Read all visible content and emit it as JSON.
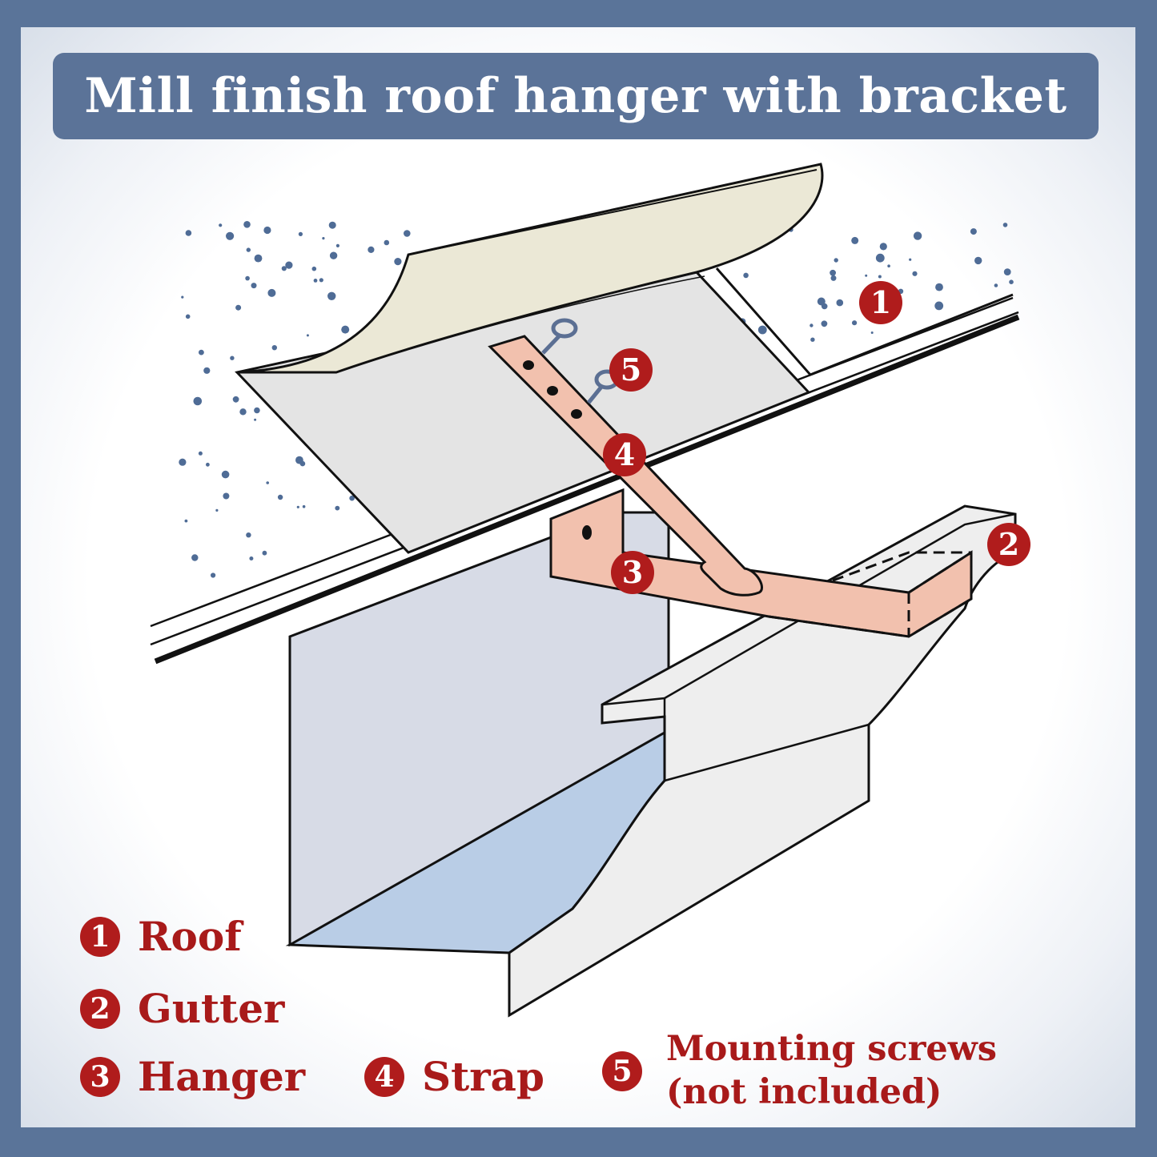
{
  "title": "Mill finish roof hanger with bracket",
  "callouts": {
    "roof": "1",
    "gutter": "2",
    "hanger": "3",
    "strap": "4",
    "screws": "5"
  },
  "legend": [
    {
      "number": "1",
      "label": "Roof"
    },
    {
      "number": "2",
      "label": "Gutter"
    },
    {
      "number": "3",
      "label": "Hanger"
    },
    {
      "number": "4",
      "label": "Strap"
    },
    {
      "number": "5",
      "label_line1": "Mounting screws",
      "label_line2": "(not included)"
    }
  ],
  "colors": {
    "frame": "#5a7499",
    "title_bar": "#5b7398",
    "badge": "#b01c1c",
    "legend_text": "#a81a1a",
    "bracket": "#f2c1ae",
    "gutter_water": "#b9cde6",
    "gutter_body": "#eeeeee",
    "roof_shingle": "#e6e6e6",
    "roof_cap": "#ebe8d6",
    "speckle": "#4f6c96"
  }
}
